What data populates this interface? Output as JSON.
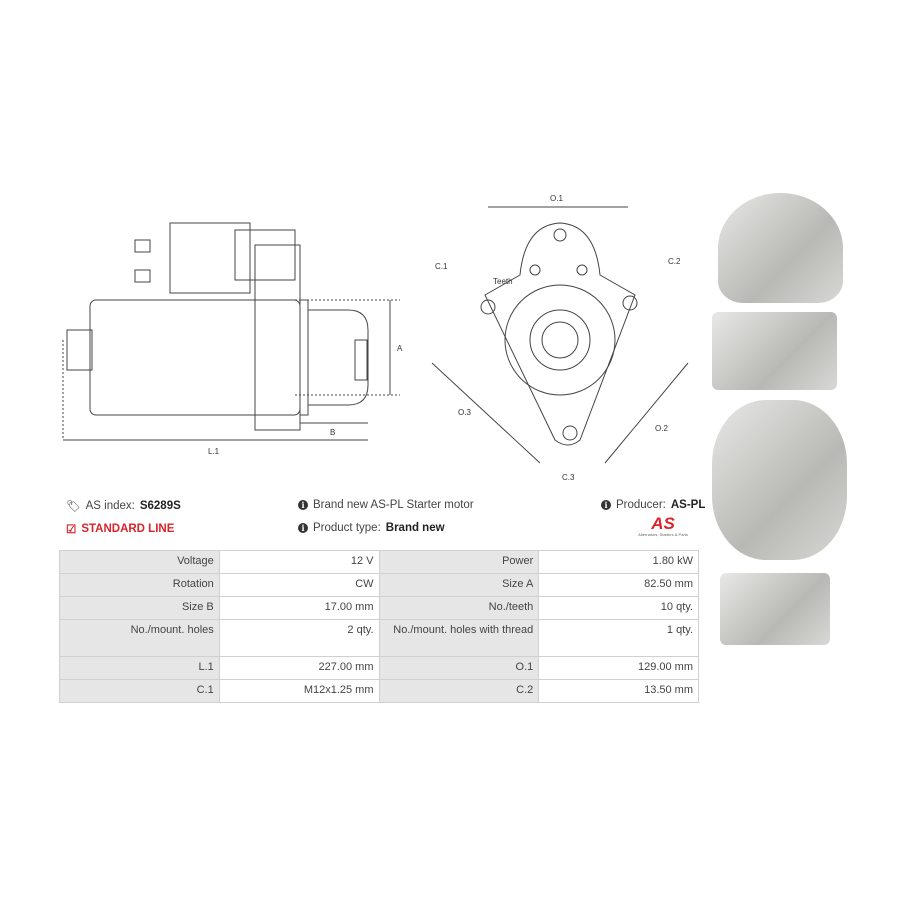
{
  "drawing_labels": {
    "a": "A",
    "b": "B",
    "l1": "L.1",
    "o1": "O.1",
    "o2": "O.2",
    "o3": "O.3",
    "c1": "C.1",
    "c2": "C.2",
    "c3": "C.3",
    "teeth": "Teeth"
  },
  "info": {
    "index_label": "AS index:",
    "index_value": "S6289S",
    "line": "STANDARD LINE",
    "desc": "Brand new AS-PL Starter motor",
    "type_label": "Product type:",
    "type_value": "Brand new",
    "producer_label": "Producer:",
    "producer_value": "AS-PL",
    "logo_text": "AS",
    "logo_tagline": "Alternators, Starters & Parts"
  },
  "colors": {
    "accent": "#d9242b"
  },
  "specs": [
    [
      "Voltage",
      "12 V",
      "Power",
      "1.80 kW"
    ],
    [
      "Rotation",
      "CW",
      "Size A",
      "82.50 mm"
    ],
    [
      "Size B",
      "17.00 mm",
      "No./teeth",
      "10 qty."
    ],
    [
      "No./mount. holes",
      "2 qty.",
      "No./mount. holes with thread",
      "1 qty."
    ],
    [
      "L.1",
      "227.00 mm",
      "O.1",
      "129.00 mm"
    ],
    [
      "C.1",
      "M12x1.25 mm",
      "C.2",
      "13.50 mm"
    ]
  ]
}
